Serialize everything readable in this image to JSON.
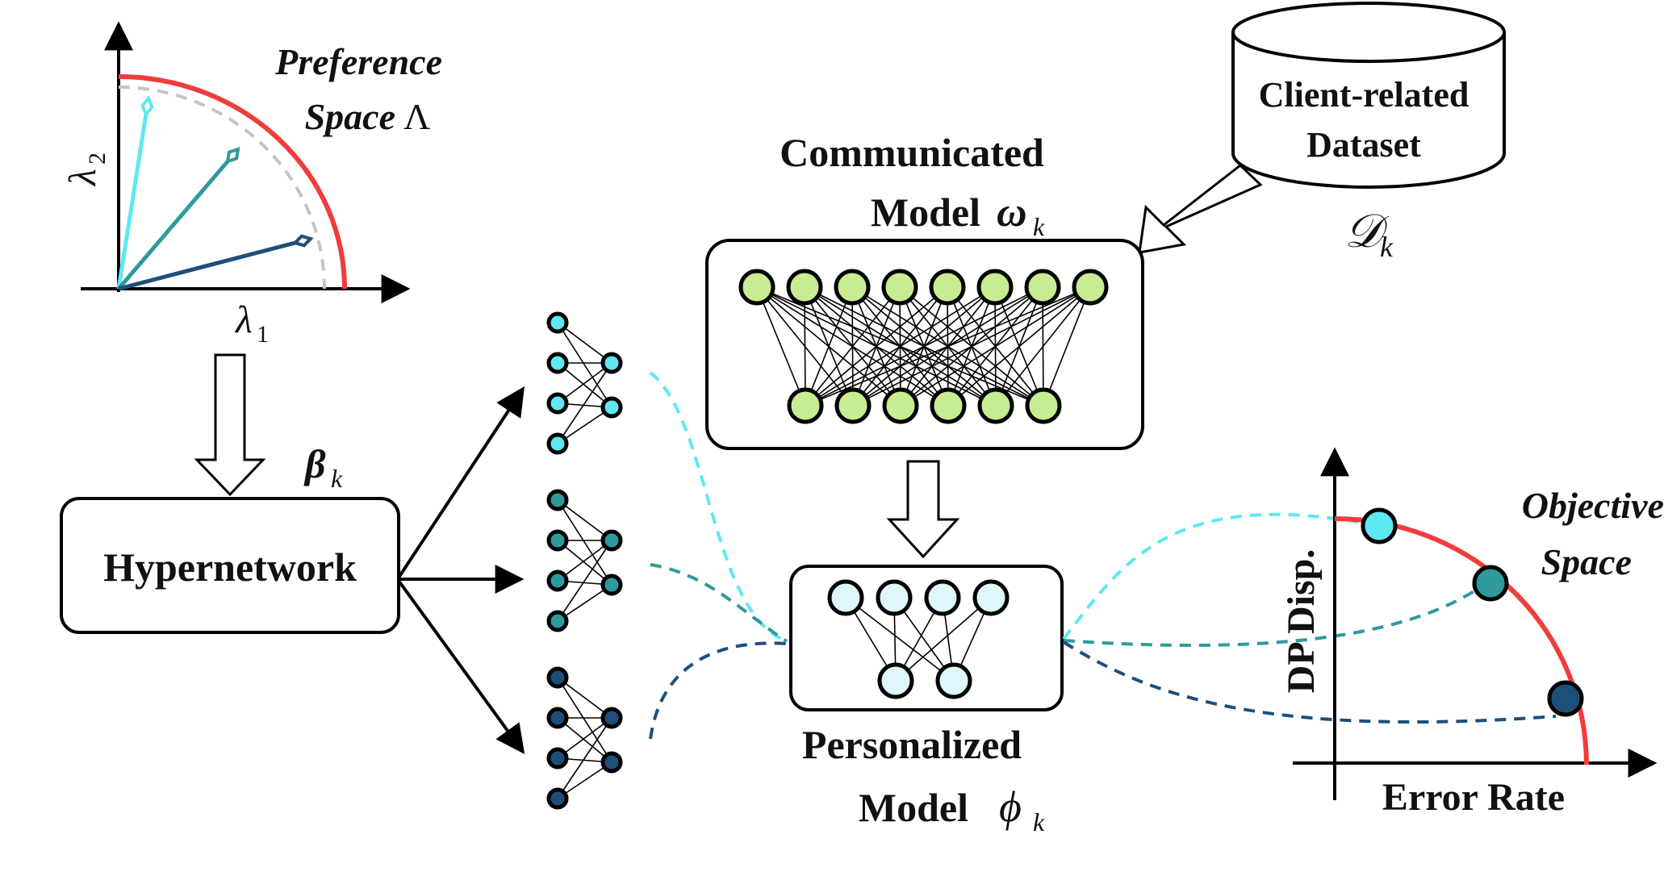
{
  "preference_space": {
    "title_line1": "Preference",
    "title_line2": "Space",
    "symbol": "Λ",
    "x_axis": "λ",
    "x_axis_sub": "1",
    "y_axis": "λ",
    "y_axis_sub": "2",
    "ray_colors": [
      "#5ee8f2",
      "#2e9a9e",
      "#1d4f7a"
    ]
  },
  "beta_label": "β",
  "beta_sub": "k",
  "hypernetwork_label": "Hypernetwork",
  "dataset": {
    "line1": "Client-related",
    "line2": "Dataset",
    "symbol": "𝒟",
    "sub": "k"
  },
  "communicated_model": {
    "line1": "Communicated",
    "line2": "Model",
    "symbol": "ω",
    "sub": "k",
    "node_color": "#c8ec92",
    "top_nodes": 8,
    "bottom_nodes": 6
  },
  "personalized_model": {
    "line1": "Personalized",
    "line2": "Model",
    "symbol": "ϕ",
    "sub": "k",
    "node_color": "#dff7fa",
    "top_nodes": 4,
    "bottom_nodes": 2
  },
  "objective_space": {
    "title_line1": "Objective",
    "title_line2": "Space",
    "y_axis": "DP Disp.",
    "x_axis": "Error Rate"
  },
  "head_colors": [
    "#5ee8f2",
    "#2e9a9e",
    "#1d4f7a"
  ],
  "front_color": "#f23b3b"
}
